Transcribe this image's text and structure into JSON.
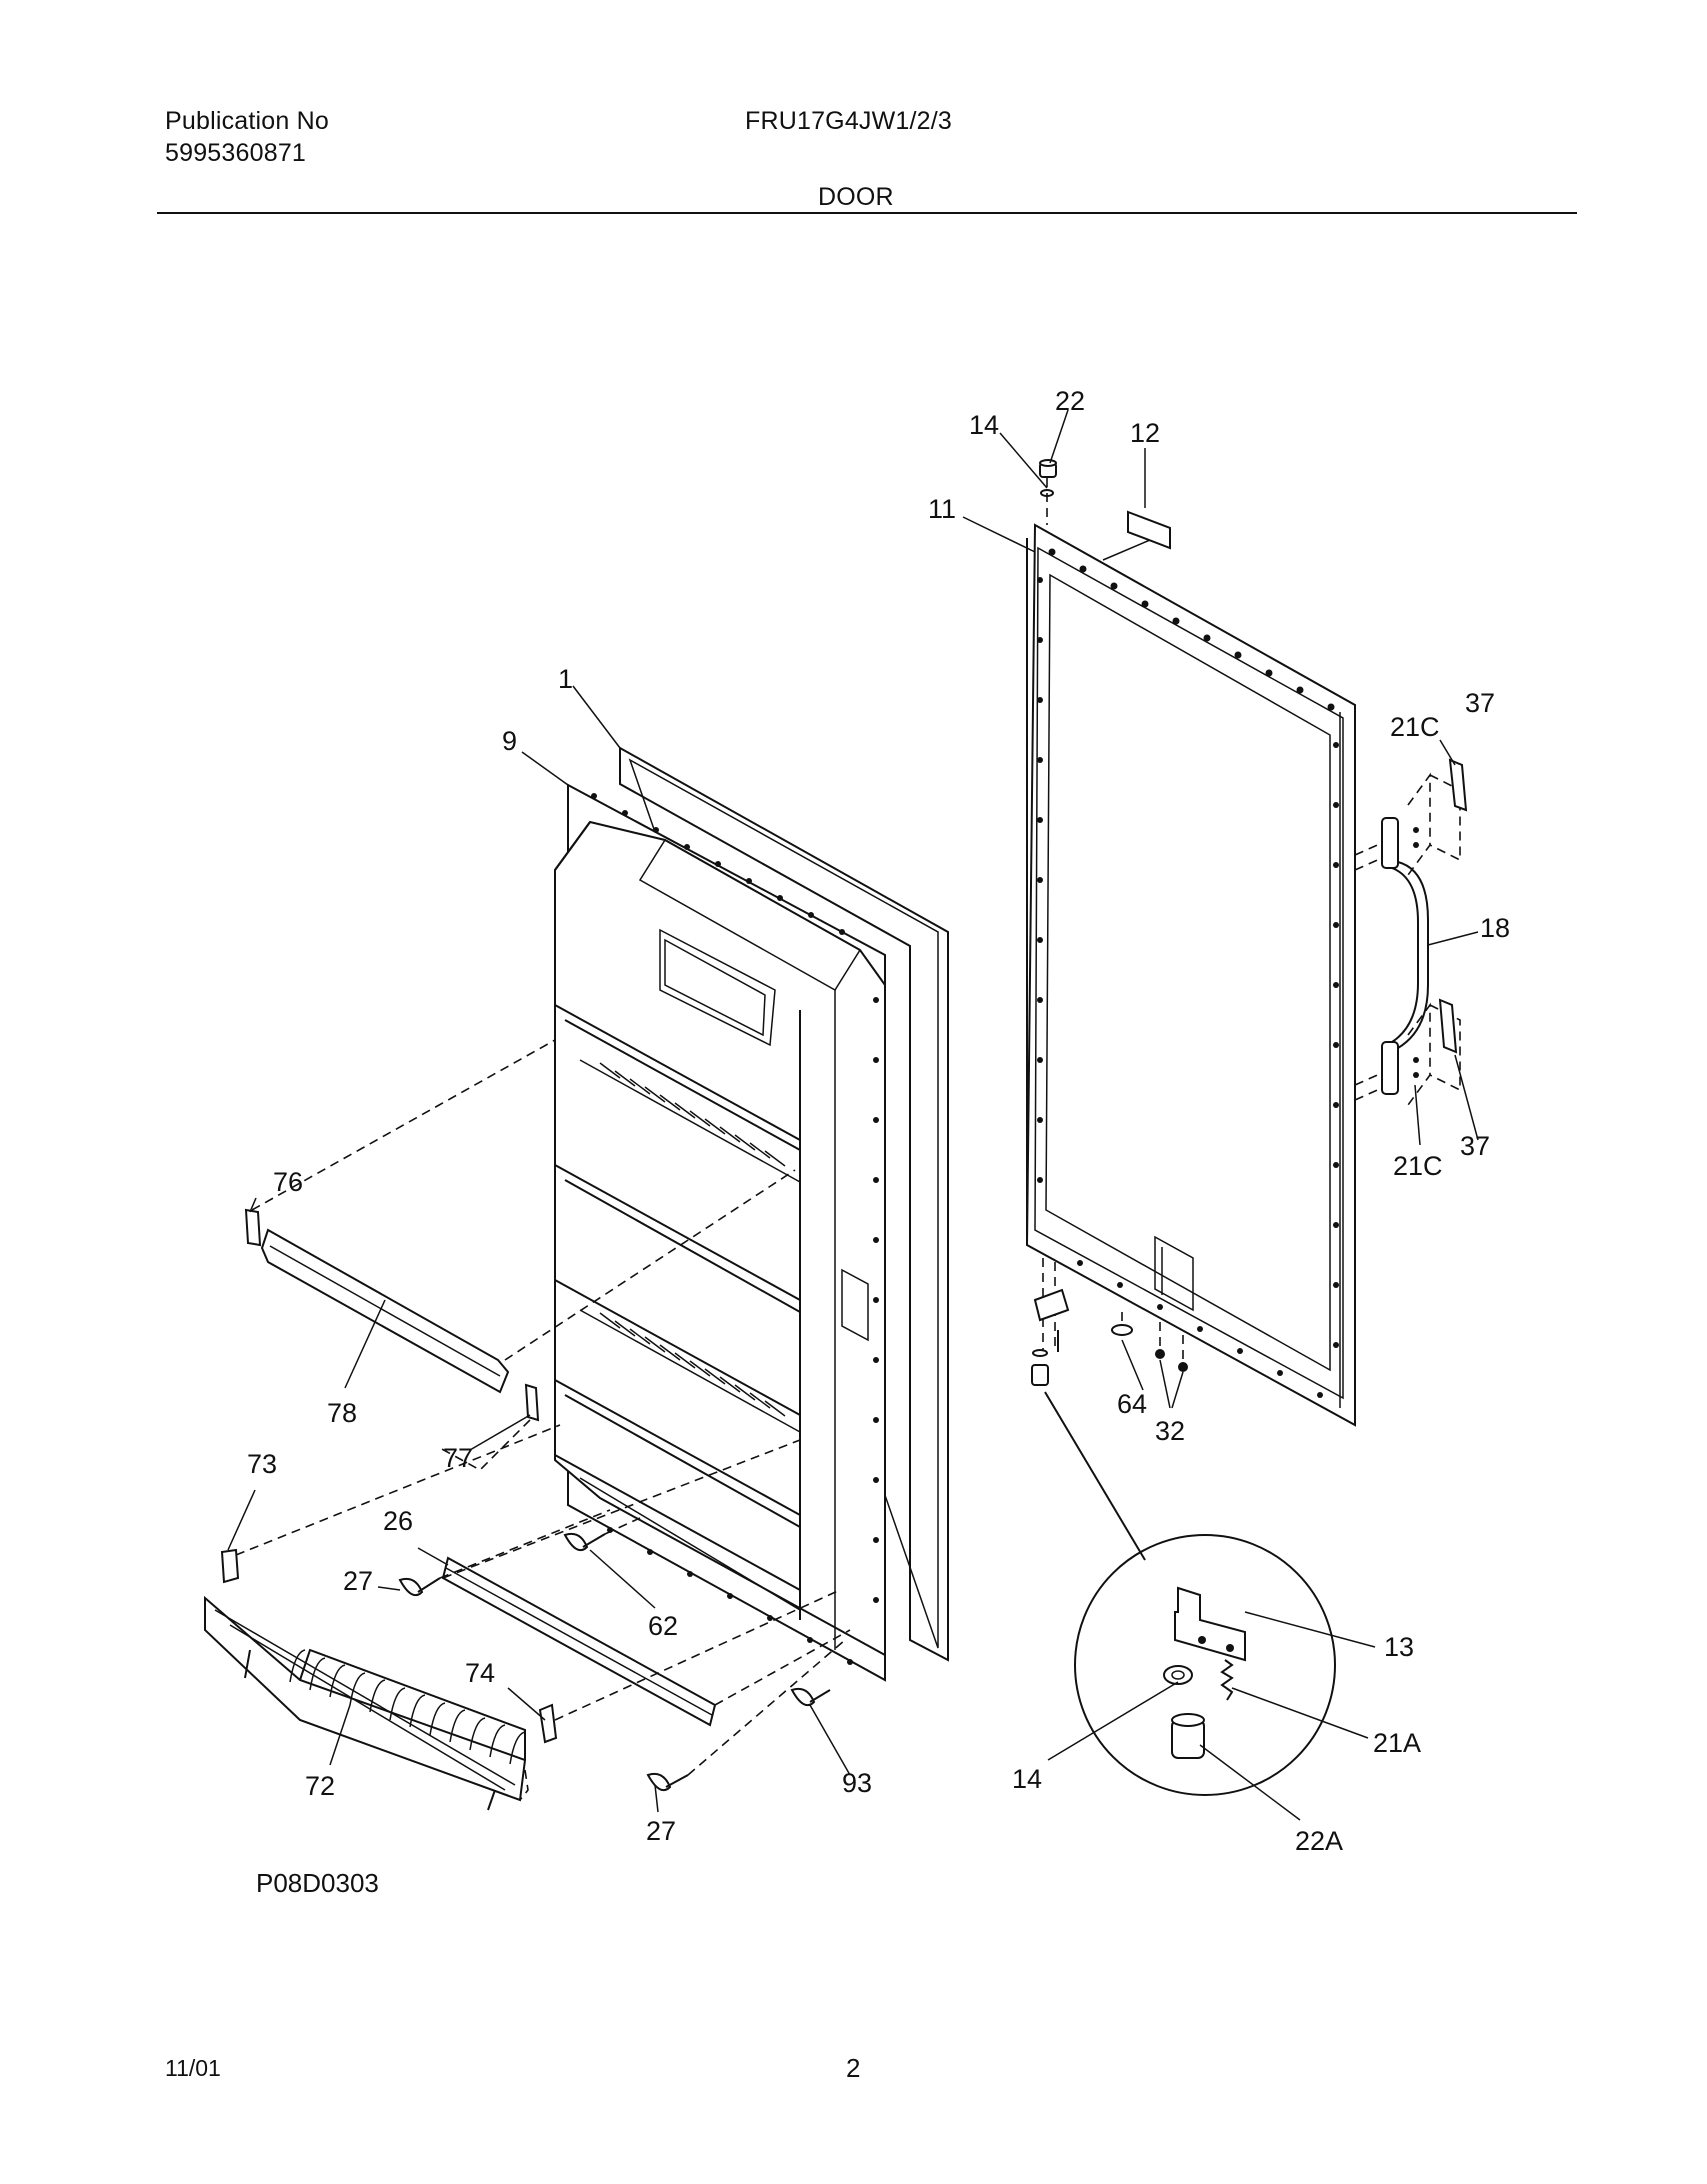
{
  "header": {
    "publication_label": "Publication No",
    "publication_number": "5995360871",
    "model": "FRU17G4JW1/2/3",
    "section_title": "DOOR"
  },
  "footer": {
    "figure_code": "P08D0303",
    "date": "11/01",
    "page_number": "2"
  },
  "callouts": {
    "p1": "1",
    "p9": "9",
    "p11": "11",
    "p12": "12",
    "p13": "13",
    "p14_top": "14",
    "p14_detail": "14",
    "p18": "18",
    "p21a": "21A",
    "p21c_top": "21C",
    "p21c_bottom": "21C",
    "p22": "22",
    "p22a": "22A",
    "p26": "26",
    "p27_left": "27",
    "p27_bottom": "27",
    "p32": "32",
    "p37_top": "37",
    "p37_bottom": "37",
    "p62": "62",
    "p64": "64",
    "p72": "72",
    "p73": "73",
    "p74": "74",
    "p76": "76",
    "p77": "77",
    "p78": "78",
    "p93": "93"
  }
}
